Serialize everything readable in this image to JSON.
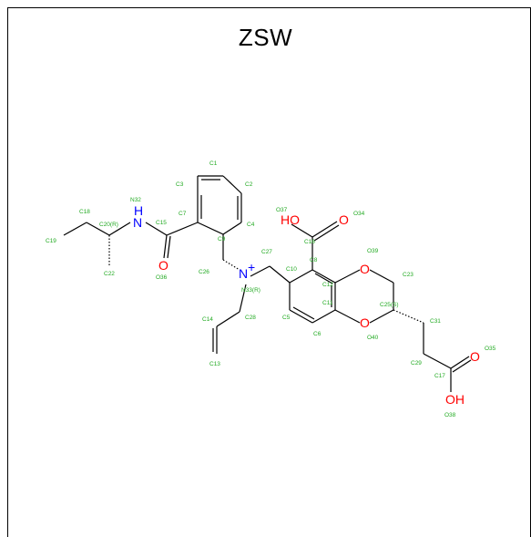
{
  "title": "ZSW",
  "colors": {
    "bond": "#000000",
    "label": "#22aa22",
    "oxygen": "#ff0000",
    "nitrogen": "#0000ff",
    "frame": "#000000"
  },
  "hetero": {
    "ho_top": "HO",
    "o_top": "O",
    "nh": "H",
    "nh_n": "N",
    "o_amide": "O",
    "n_plus": "N",
    "plus": "+",
    "o_ring1": "O",
    "o_ring2": "O",
    "o_acid": "O",
    "oh_acid": "OH"
  },
  "atoms": {
    "C1": "C1",
    "C2": "C2",
    "C3": "C3",
    "C4": "C4",
    "C5": "C5",
    "C6": "C6",
    "C7": "C7",
    "C8": "C8",
    "C9": "C9",
    "C10": "C10",
    "C11": "C11",
    "C12": "C12",
    "C13": "C13",
    "C14": "C14",
    "C15": "C15",
    "C16": "C16",
    "C17": "C17",
    "C18": "C18",
    "C19": "C19",
    "C20": "C20(R)",
    "C22": "C22",
    "C23": "C23",
    "C25": "C25(S)",
    "C26": "C26",
    "C27": "C27",
    "C28": "C28",
    "C29": "C29",
    "C31": "C31",
    "N32": "N32",
    "N33": "N33(R)",
    "O34": "O34",
    "O35": "O35",
    "O36": "O36",
    "O37": "O37",
    "O38": "O38",
    "O39": "O39",
    "O40": "O40"
  }
}
